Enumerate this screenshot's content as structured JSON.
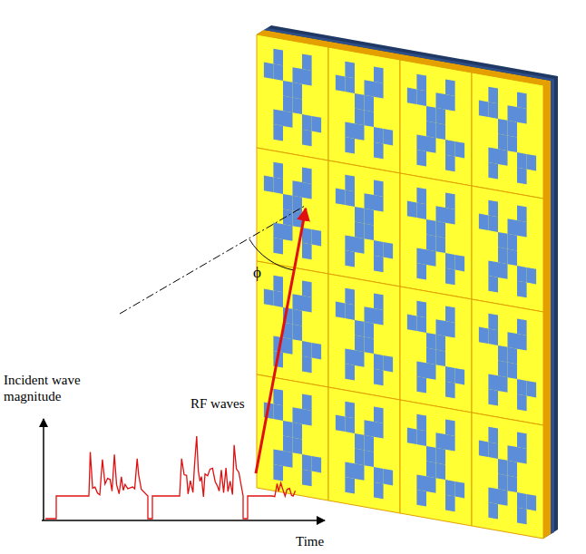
{
  "diagram": {
    "labels": [
      "Incident wave magnitude",
      "RF waves",
      "Time",
      "ϕ"
    ]
  }
}
